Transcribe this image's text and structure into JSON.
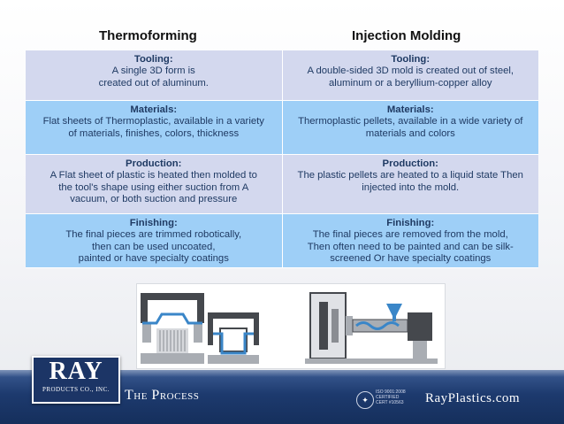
{
  "headers": {
    "left": "Thermoforming",
    "right": "Injection Molding"
  },
  "rows": [
    {
      "left": {
        "label": "Tooling:",
        "text": "A single 3D form is\ncreated out of aluminum."
      },
      "right": {
        "label": "Tooling:",
        "text": "A double-sided 3D mold is created out of steel,\naluminum or a beryllium-copper alloy"
      }
    },
    {
      "left": {
        "label": "Materials:",
        "text": "Flat sheets of Thermoplastic, available in a variety\nof materials, finishes, colors, thickness"
      },
      "right": {
        "label": "Materials:",
        "text": "Thermoplastic pellets, available in a wide variety of\nmaterials and colors"
      }
    },
    {
      "left": {
        "label": "Production:",
        "text": "A Flat sheet of plastic is heated then molded to\nthe tool's shape using either suction from A\nvacuum, or both suction and pressure"
      },
      "right": {
        "label": "Production:",
        "text": "The plastic pellets are heated to a liquid state Then\ninjected into the mold."
      }
    },
    {
      "left": {
        "label": "Finishing:",
        "text": "The final pieces are trimmed robotically,\nthen can be used uncoated,\npainted or have specialty coatings"
      },
      "right": {
        "label": "Finishing:",
        "text": "The final pieces are removed from the mold,\nThen often need to be painted and can be silk-\nscreened Or have specialty coatings"
      }
    }
  ],
  "footer": {
    "logo_main": "RAY",
    "logo_sub": "PRODUCTS CO., INC.",
    "section_title": "The Process",
    "cert_text": "ISO 9001:2008\nCERTIFIED\nCERT #10563",
    "website": "RayPlastics.com"
  },
  "colors": {
    "row_light": "#d3d8ee",
    "row_blue": "#9ecff7",
    "text_blue": "#1f3a63",
    "footer_navy": "#1d3a6e",
    "machine_gray": "#a9adb3",
    "mold_dark": "#45484d",
    "plastic_blue": "#3a86c8"
  },
  "icons": [
    "thermoforming-machine-illustration",
    "thermoforming-mold-illustration",
    "injection-molding-machine-illustration",
    "certification-seal-icon"
  ]
}
